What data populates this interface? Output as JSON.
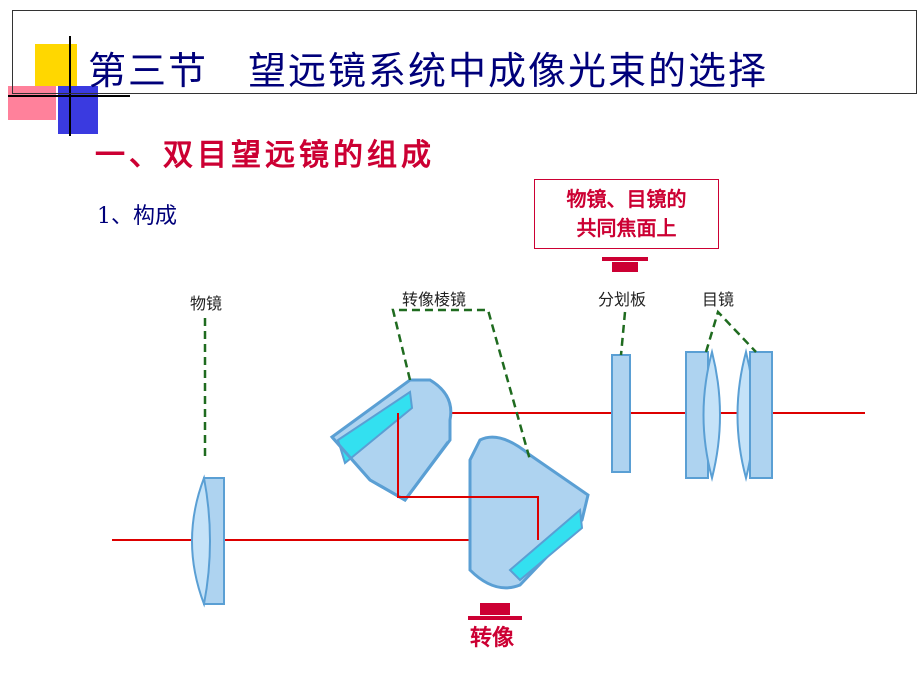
{
  "slide": {
    "title": "第三节　望远镜系统中成像光束的选择",
    "heading": "一、双目望远镜的组成",
    "subheading": "1、构成",
    "callout": {
      "line1": "物镜、目镜的",
      "line2": "共同焦面上"
    },
    "labels": {
      "objective": "物镜",
      "prism": "转像棱镜",
      "reticle": "分划板",
      "eyepiece": "目镜",
      "relay": "转像"
    },
    "colors": {
      "title": "#00007a",
      "accent": "#cc0033",
      "lens_fill": "#aed3f0",
      "cyan": "#33e0f0",
      "ray": "#dd0000"
    }
  }
}
